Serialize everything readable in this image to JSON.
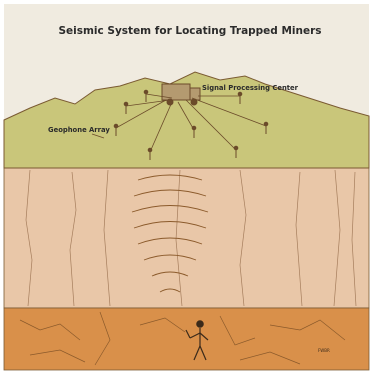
{
  "title": "Seismic System for Locating Trapped Miners",
  "labels": {
    "signal_center": "Signal Processing Center",
    "geophone_array": "Geophone Array",
    "credit": "FWBR"
  },
  "colors": {
    "sky": "#f0ebe0",
    "hill": "#c9c67a",
    "hill_outline": "#7a5a32",
    "rock_layer": "#e9c7a8",
    "deep_layer": "#d9904a",
    "line": "#6b4b2a",
    "text": "#2b2b2b"
  }
}
